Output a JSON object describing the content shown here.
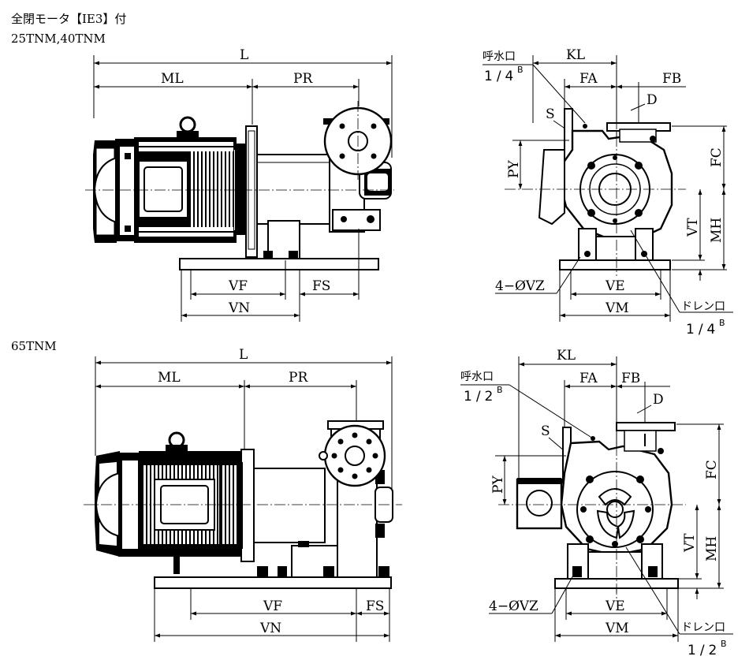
{
  "header": {
    "title": "全閉モータ【IE3】付",
    "model_top": "25TNM,40TNM",
    "model_bottom": "65TNM"
  },
  "top_side": {
    "L": "L",
    "ML": "ML",
    "PR": "PR",
    "VF": "VF",
    "FS": "FS",
    "VN": "VN"
  },
  "top_front": {
    "KL": "KL",
    "FA": "FA",
    "FB": "FB",
    "D": "D",
    "S": "S",
    "PY": "PY",
    "FC": "FC",
    "VT": "VT",
    "MH": "MH",
    "VE": "VE",
    "VM": "VM",
    "VZ": "4−ØVZ",
    "vent": "呼水口",
    "vent_size": "1/4",
    "drain": "ドレン口",
    "drain_size": "1/4",
    "sup": "B"
  },
  "bottom_side": {
    "L": "L",
    "ML": "ML",
    "PR": "PR",
    "VF": "VF",
    "FS": "FS",
    "VN": "VN"
  },
  "bottom_front": {
    "KL": "KL",
    "FA": "FA",
    "FB": "FB",
    "D": "D",
    "S": "S",
    "PY": "PY",
    "FC": "FC",
    "VT": "VT",
    "MH": "MH",
    "VE": "VE",
    "VM": "VM",
    "VZ": "4−ØVZ",
    "vent": "呼水口",
    "vent_size": "1/2",
    "drain": "ドレン口",
    "drain_size": "1/2",
    "sup": "B"
  }
}
